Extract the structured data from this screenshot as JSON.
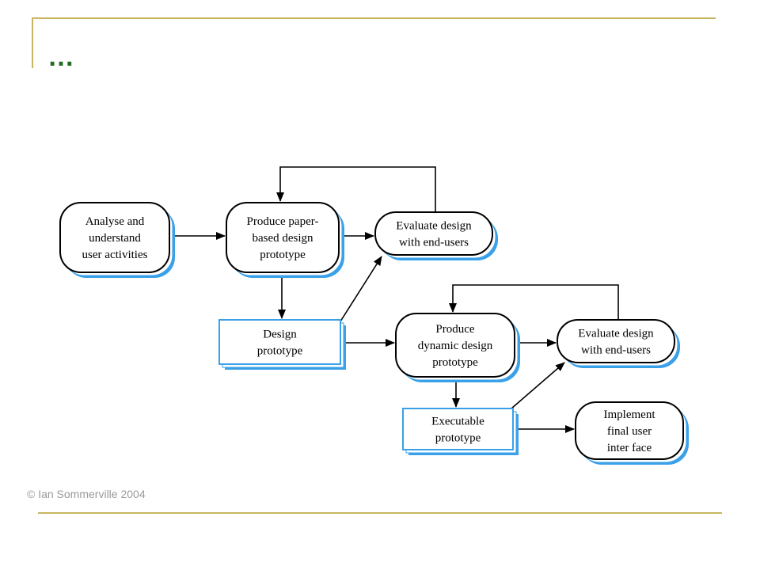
{
  "slide": {
    "title": "…",
    "copyright": "© Ian Sommerville 2004"
  },
  "colors": {
    "frame": "#c8b560",
    "title": "#1f6b1f",
    "shadow": "#3aa0e8",
    "stroke": "#000000"
  },
  "diagram": {
    "nodes": [
      {
        "id": "analyse",
        "shape": "rounded",
        "lines": [
          "Analyse and",
          "understand",
          "user activities"
        ]
      },
      {
        "id": "paper",
        "shape": "rounded",
        "lines": [
          "Produce paper-",
          "based design",
          "prototype"
        ]
      },
      {
        "id": "eval1",
        "shape": "rounded",
        "lines": [
          "Evaluate design",
          "with end-users"
        ]
      },
      {
        "id": "designproto",
        "shape": "rect",
        "lines": [
          "Design",
          "prototype"
        ]
      },
      {
        "id": "dynamic",
        "shape": "rounded",
        "lines": [
          "Produce",
          "dynamic design",
          "prototype"
        ]
      },
      {
        "id": "eval2",
        "shape": "rounded",
        "lines": [
          "Evaluate design",
          "with end-users"
        ]
      },
      {
        "id": "exec",
        "shape": "rect",
        "lines": [
          "Executable",
          "prototype"
        ]
      },
      {
        "id": "implement",
        "shape": "rounded",
        "lines": [
          "Implement",
          "final user",
          "inter face"
        ]
      }
    ],
    "edges": [
      {
        "from": "analyse",
        "to": "paper"
      },
      {
        "from": "paper",
        "to": "eval1"
      },
      {
        "from": "eval1",
        "to": "paper",
        "kind": "loop"
      },
      {
        "from": "paper",
        "to": "designproto"
      },
      {
        "from": "designproto",
        "to": "eval1"
      },
      {
        "from": "designproto",
        "to": "dynamic"
      },
      {
        "from": "dynamic",
        "to": "eval2"
      },
      {
        "from": "eval2",
        "to": "dynamic",
        "kind": "loop"
      },
      {
        "from": "dynamic",
        "to": "exec"
      },
      {
        "from": "exec",
        "to": "eval2"
      },
      {
        "from": "exec",
        "to": "implement"
      }
    ]
  }
}
